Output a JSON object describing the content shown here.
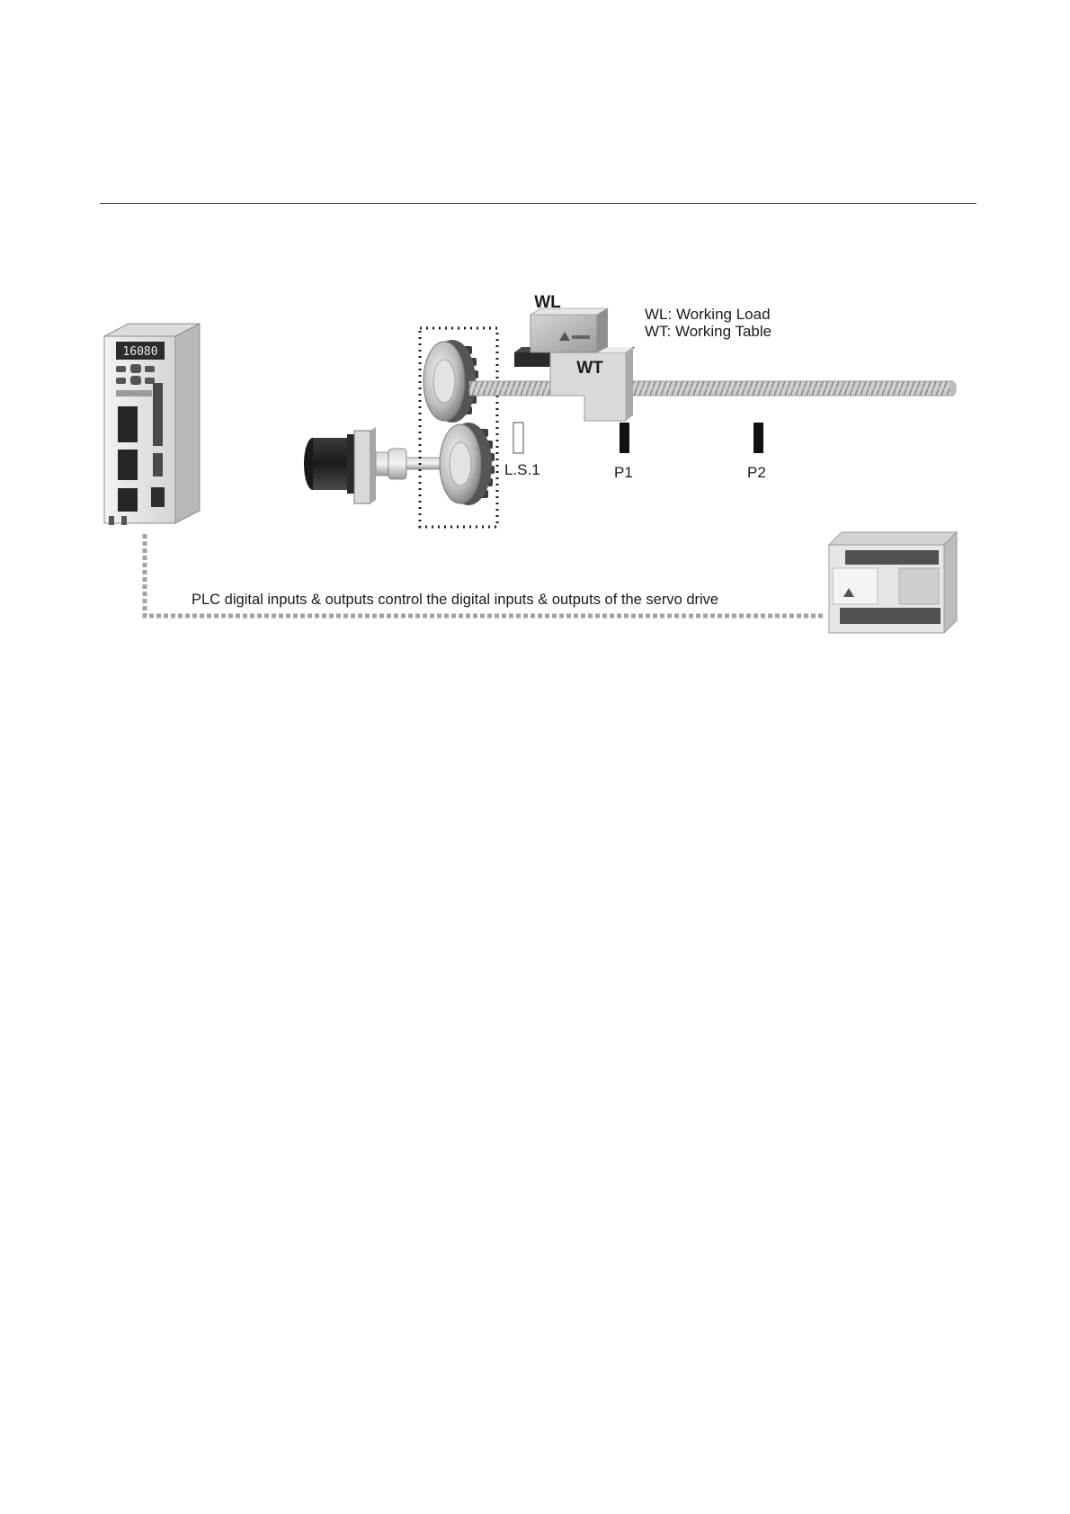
{
  "labels": {
    "wl": "WL",
    "wt": "WT",
    "legend_wl": "WL: Working Load",
    "legend_wt": "WT: Working Table",
    "limit_switch": "L.S.1",
    "p1": "P1",
    "p2": "P2",
    "caption": "PLC digital inputs & outputs control the digital inputs & outputs of the servo drive"
  },
  "servo_drive": {
    "display_readout": "16080"
  },
  "colors": {
    "line": "#9e9e9e",
    "device_light": "#e9e9e9",
    "device_dark": "#3a3a3a",
    "marker": "#111111"
  }
}
